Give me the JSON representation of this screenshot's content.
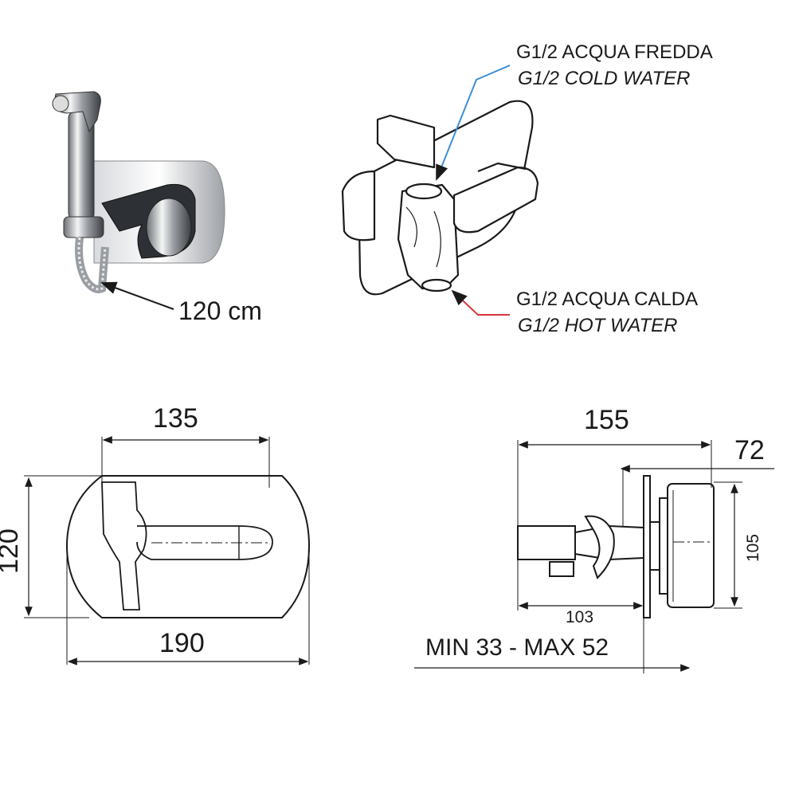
{
  "callouts": {
    "cold_it": "G1/2 ACQUA FREDDA",
    "cold_en": "G1/2 COLD WATER",
    "hot_it": "G1/2 ACQUA CALDA",
    "hot_en": "G1/2 HOT WATER",
    "hose": "120 cm"
  },
  "front_view": {
    "width_top": "135",
    "height": "120",
    "width_bottom": "190"
  },
  "side_view": {
    "depth_total": "155",
    "depth_body": "72",
    "height_body": "105",
    "depth_front": "103",
    "wall_range": "MIN 33 - MAX 52"
  },
  "colors": {
    "line": "#1a1a1a",
    "cold_arrow": "#3b8fd9",
    "hot_arrow": "#d9363b",
    "chrome": "#b8bcc2"
  }
}
